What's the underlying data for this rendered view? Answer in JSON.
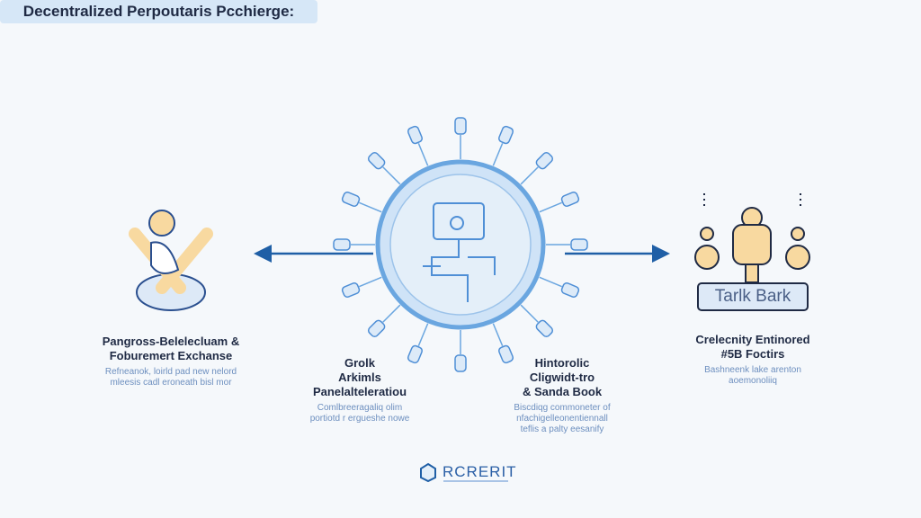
{
  "title": "Decentralized Perpoutaris Pcchierge:",
  "left": {
    "heading1": "Pangross-Belelecluam &",
    "heading2": "Foburemert Exchanse",
    "desc1": "Refneanok, loirld pad new nelord",
    "desc2": "mleesis cadl eroneath bisl mor"
  },
  "center_left": {
    "h1": "Grolk",
    "h2": "Arkimls",
    "h3": "Panelalteleratiou",
    "desc1": "Comlbreeragaliq olim",
    "desc2": "portiotd r ergueshe nowe"
  },
  "center_right": {
    "h1": "Hintorolic",
    "h2": "Cligwidt-tro",
    "h3": "& Sanda Book",
    "desc1": "Biscdiqg commoneter of",
    "desc2": "nfachigelleonentiennall",
    "desc3": "teflis a palty eesanify"
  },
  "right": {
    "sign": "Tarlk Bark",
    "h1": "Crelecnity Entinored",
    "h2": "#5B Foctirs",
    "desc1": "Bashneenk lake arenton",
    "desc2": "aoemonoliiq"
  },
  "logo": {
    "name": "RCRERIT"
  },
  "colors": {
    "accent": "#1f5fa6",
    "light": "#cfe3f7",
    "yellow": "#f8d9a0"
  }
}
